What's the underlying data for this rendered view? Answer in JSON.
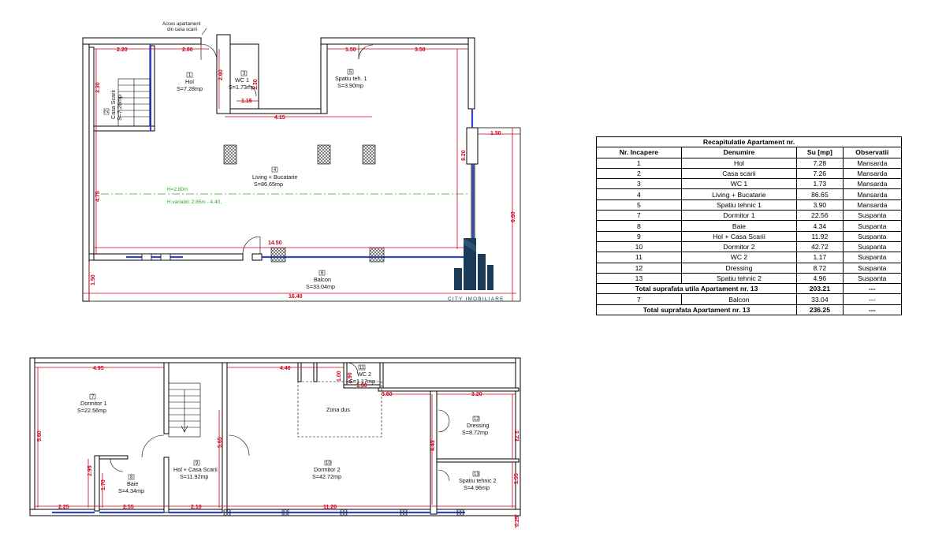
{
  "upper_plan": {
    "access_note": [
      "Acces apartament",
      "din casa scarii"
    ],
    "rooms": {
      "hol": {
        "num": "1",
        "name": "Hol",
        "area": "S=7.28mp"
      },
      "casa_scarii": {
        "num": "2",
        "name": "Casa Scarii",
        "area": "S=7.26mp"
      },
      "wc1": {
        "num": "3",
        "name": "WC 1",
        "area": "S=1.73mp"
      },
      "living": {
        "num": "4",
        "name": "Living + Bucatarie",
        "area": "S=86.65mp"
      },
      "spatiu1": {
        "num": "5",
        "name": "Spatiu teh. 1",
        "area": "S=3.90mp"
      },
      "balcon": {
        "num": "6",
        "name": "Balcon",
        "area": "S=33.04mp"
      }
    },
    "height_note": "H=2.80m",
    "variable_height_note": "H variabil: 2.85m - 4.40,",
    "dims": {
      "d220": "2.20",
      "d280": "2.80",
      "d150a": "1.50",
      "d350": "3.50",
      "d330": "3.30",
      "d260": "2.60",
      "d130": "1.30",
      "d115": "1.15",
      "d415": "4.15",
      "d475": "4.75",
      "d820": "8.20",
      "d150b": "1.50",
      "d660": "6.60",
      "d1450": "14.50",
      "d150c": "1.50",
      "d1640": "16.40"
    }
  },
  "lower_plan": {
    "rooms": {
      "dormitor1": {
        "num": "7",
        "name": "Dormitor 1",
        "area": "S=22.56mp"
      },
      "baie": {
        "num": "8",
        "name": "Baie",
        "area": "S=4.34mp"
      },
      "hol_scari": {
        "num": "9",
        "name": "Hol + Casa Scarii",
        "area": "S=11.92mp"
      },
      "dormitor2": {
        "num": "10",
        "name": "Dormitor 2",
        "area": "S=42.72mp"
      },
      "wc2": {
        "num": "11",
        "name": "WC 2",
        "area": "S=1.17mp"
      },
      "dressing": {
        "num": "12",
        "name": "Dressing",
        "area": "S=8.72mp"
      },
      "spatiu2": {
        "num": "13",
        "name": "Spatiu tehnic 2",
        "area": "S=4.96mp"
      }
    },
    "zona_dus": "Zona dus",
    "dims": {
      "d495": "4.95",
      "d440": "4.40",
      "d090": "0.90",
      "d100": "1.00",
      "d130": "1.30",
      "d350": "3.50",
      "d320": "3.20",
      "d272": "2.72",
      "d560": "5.60",
      "d565": "5.65",
      "d443": "4.43",
      "d295": "2.95",
      "d170": "1.70",
      "d155": "1.55",
      "d225": "2.25",
      "d255": "2.55",
      "d210": "2.10",
      "d1120": "11.20",
      "d025": "0.25"
    }
  },
  "logo": {
    "text": "CITY IMOBILIARE",
    "color": "#1b3a57"
  },
  "recap": {
    "title": "Recapitulatie Apartament nr.",
    "headers": [
      "Nr. Incapere",
      "Denumire",
      "Su [mp]",
      "Observatii"
    ],
    "rows": [
      [
        "1",
        "Hol",
        "7.28",
        "Mansarda"
      ],
      [
        "2",
        "Casa scarii",
        "7.26",
        "Mansarda"
      ],
      [
        "3",
        "WC 1",
        "1.73",
        "Mansarda"
      ],
      [
        "4",
        "Living + Bucatarie",
        "86.65",
        "Mansarda"
      ],
      [
        "5",
        "Spatiu tehnic 1",
        "3.90",
        "Mansarda"
      ],
      [
        "7",
        "Dormitor 1",
        "22.56",
        "Suspanta"
      ],
      [
        "8",
        "Baie",
        "4.34",
        "Suspanta"
      ],
      [
        "9",
        "Hol + Casa Scarii",
        "11.92",
        "Suspanta"
      ],
      [
        "10",
        "Dormitor 2",
        "42.72",
        "Suspanta"
      ],
      [
        "11",
        "WC 2",
        "1.17",
        "Suspanta"
      ],
      [
        "12",
        "Dressing",
        "8.72",
        "Suspanta"
      ],
      [
        "13",
        "Spatiu tehnic 2",
        "4.96",
        "Suspanta"
      ]
    ],
    "total_util": {
      "label": "Total suprafata utila Apartament nr. 13",
      "value": "203.21",
      "obs": "---"
    },
    "balcon": [
      "7",
      "Balcon",
      "33.04",
      "---"
    ],
    "total": {
      "label": "Total suprafata Apartament nr. 13",
      "value": "236.25",
      "obs": "---"
    }
  }
}
